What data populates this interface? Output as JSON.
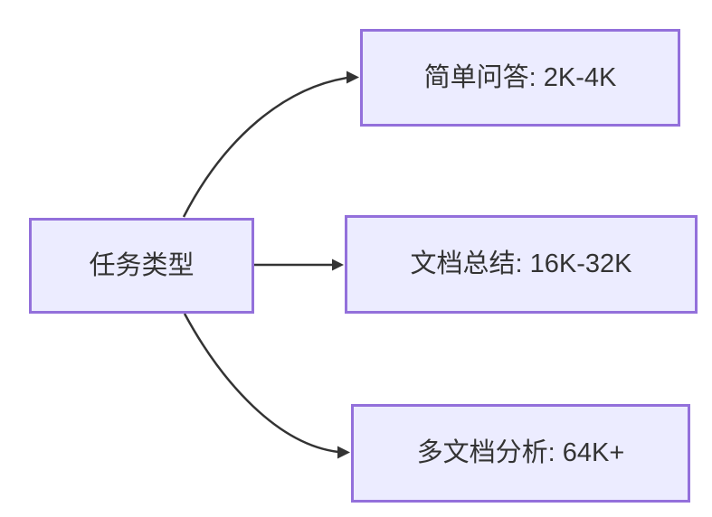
{
  "diagram": {
    "type": "flowchart-left-to-right",
    "root": {
      "label": "任务类型"
    },
    "branches": [
      {
        "label": "简单问答: 2K-4K"
      },
      {
        "label": "文档总结: 16K-32K"
      },
      {
        "label": "多文档分析: 64K+"
      }
    ],
    "colors": {
      "node_fill": "#ECECFF",
      "node_border": "#9370DB",
      "edge": "#333333",
      "text": "#333333",
      "background": "#ffffff"
    }
  }
}
